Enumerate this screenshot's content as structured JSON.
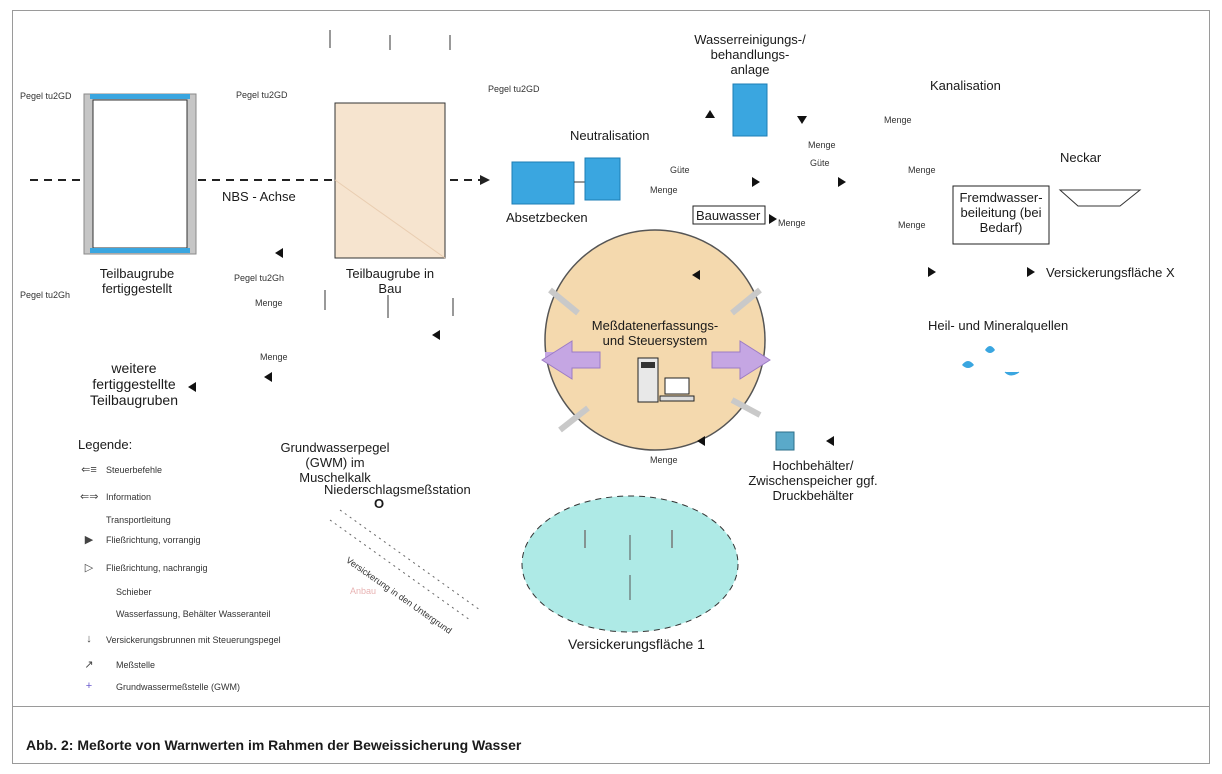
{
  "labels": {
    "pegel_left": "Pegel tu2GD",
    "pegel_mid": "Pegel tu2GD",
    "pegel_right": "Pegel tu2GD",
    "pegel_bottom_left": "Pegel tu2Gh",
    "pegel_bottom_mid": "Pegel tu2Gh",
    "nbs_achse": "NBS - Achse",
    "teilbaugrube_fertig": "Teilbaugrube fertiggestellt",
    "teilbaugrube_bau": "Teilbaugrube in Bau",
    "menge_1": "Menge",
    "menge_2": "Menge",
    "weitere": "weitere fertiggestellte Teilbaugruben",
    "absetzbecken": "Absetzbecken",
    "neutralisation": "Neutralisation",
    "wasserreinigung": "Wasserreinigungs-/ behandlungs- anlage",
    "kanalisation": "Kanalisation",
    "menge_kanal": "Menge",
    "guete_1": "Güte",
    "guete_2": "Güte",
    "menge_3": "Menge",
    "menge_4": "Menge",
    "menge_5": "Menge",
    "menge_6": "Menge",
    "menge_7": "Menge",
    "bauwasser": "Bauwasser",
    "neckar": "Neckar",
    "fremdwasser": "Fremdwasser- beileitung (bei Bedarf)",
    "versickerung_x": "Versickerungsfläche X",
    "heil_mineral": "Heil- und Mineralquellen",
    "messdaten": "Meßdatenerfassungs- und Steuersystem",
    "hochbehaelter": "Hochbehälter/ Zwischenspeicher ggf. Druckbehälter",
    "grundwasserpegel": "Grundwasserpegel (GWM) im Muschelkalk",
    "niederschlag": "Niederschlagsmeßstation",
    "niederschlag_sym": "O",
    "menge_bottom": "Menge",
    "versickerung_1": "Versickerungsfläche 1",
    "diag_text": "Versickerung in den Untergrund",
    "red_faint": "Anbau"
  },
  "legend": {
    "title": "Legende:",
    "items": [
      {
        "symbol": "⇐≡",
        "text": "Steuerbefehle"
      },
      {
        "symbol": "⇐⇒",
        "text": "Information"
      },
      {
        "symbol": "",
        "text": "Transportleitung"
      },
      {
        "symbol": "▶",
        "text": "Fließrichtung, vorrangig"
      },
      {
        "symbol": "▷",
        "text": "Fließrichtung, nachrangig"
      },
      {
        "symbol": "",
        "text": "Schieber"
      },
      {
        "symbol": "",
        "text": "Wasserfassung, Behälter Wasseranteil"
      },
      {
        "symbol": "↓",
        "text": "Versickerungsbrunnen mit Steuerungspegel"
      },
      {
        "symbol": "↗",
        "text": "Meßstelle"
      },
      {
        "symbol": "+",
        "text": "Grundwassermeßstelle (GWM)"
      }
    ]
  },
  "caption": "Abb. 2: Meßorte von Warnwerten im Rahmen der Beweissicherung Wasser",
  "colors": {
    "blue": "#3aa6e0",
    "sand": "#f6e4cf",
    "hub": "#f4d9ae",
    "teal": "#aeeae6",
    "purple": "#c5a6e3"
  }
}
